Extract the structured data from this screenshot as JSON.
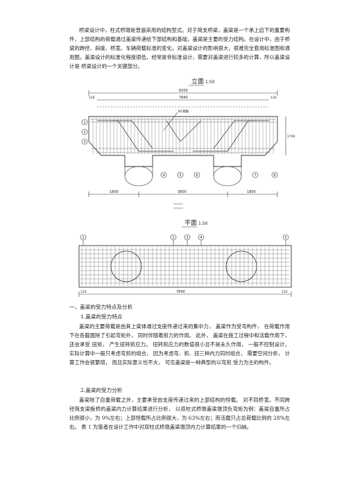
{
  "intro_paragraph": "桥梁设计中，柱式桥墩是普遍采用的结构型式。对于简支桥梁，盖梁是一个承上启下的重要构件，上部结构的荷载通过盖梁传递给下部结构和基础，盖梁是主要的受力结构。在设计中，由于桥梁的跨径、斜度、桥宽、车辆荷载标准的变化，对盖梁设计的影响很大，很难完全套用标准图和通用图。盖梁设计的标准化程度很低，经常是非标准设计，需要对盖梁进行较多的计算，所以盖梁设计是 桥梁设计的一个关键部分。",
  "elevation_drawing": {
    "title": "立面",
    "scale": "1:50",
    "dim_total": "8200",
    "dim_inner": "7840",
    "dim_left_edge": "120",
    "dim_right_edge": "120",
    "dim_height": "1700",
    "dim_bottom_left": "1800",
    "dim_bottom_mid": "3800",
    "dim_bottom_right": "1800",
    "callout": "N1钢筋",
    "marks": [
      "1",
      "2",
      "3",
      "4",
      "5",
      "6",
      "7",
      "8"
    ]
  },
  "plan_drawing": {
    "title": "平面",
    "scale": "1:50",
    "dim_total": "7840",
    "dim_left": "120",
    "dim_right": "120",
    "marks": [
      "1",
      "2",
      "3",
      "4",
      "5"
    ]
  },
  "section_one": {
    "heading": "一、盖梁的受力特点及分析",
    "sub1": "1.盖梁的受力特点",
    "para1": "盖梁的主要荷载是由其上梁体通过支座传递过来的集中力， 盖梁作为受弯构件， 在荷载作用下在各截面除了引起弯矩外， 同时伴随着剪力的作用。 此外， 盖梁在施工过程中和活载作用下，还会承受 扭矩， 产生扭转剪应力。 扭转剪应力的数值很小且不是永久作用， 一般不控制设计。实际计算中一般只考虑弯剪的组合， 因为考虑弯、剪、扭三种内力同时组合， 需要空间分析， 计算工作会很繁琐， 而且实际意义也不大， 可见盖梁是一种典型的以弯剪 受力为主的构件。",
    "sub2": "2.盖梁的受力分析",
    "para2": "盖梁除了自重荷载之外，主要承受由支座传递过来的上部结构的恒载。 对不同桥宽，不同跨径简支梁板桥的盖梁内力计算结果进行分析， 以双柱式桥墩盖梁墩顶负弯矩为例：盖梁自重所占比例很小，为 9%左右；上部恒载所占比例很大，为 63%左右；而活载只占总荷载比例的 28%左右。 表 1 为笔者在设计工作中对双柱式桥墩盖梁墩顶内力计算结果的一个归纳。"
  }
}
